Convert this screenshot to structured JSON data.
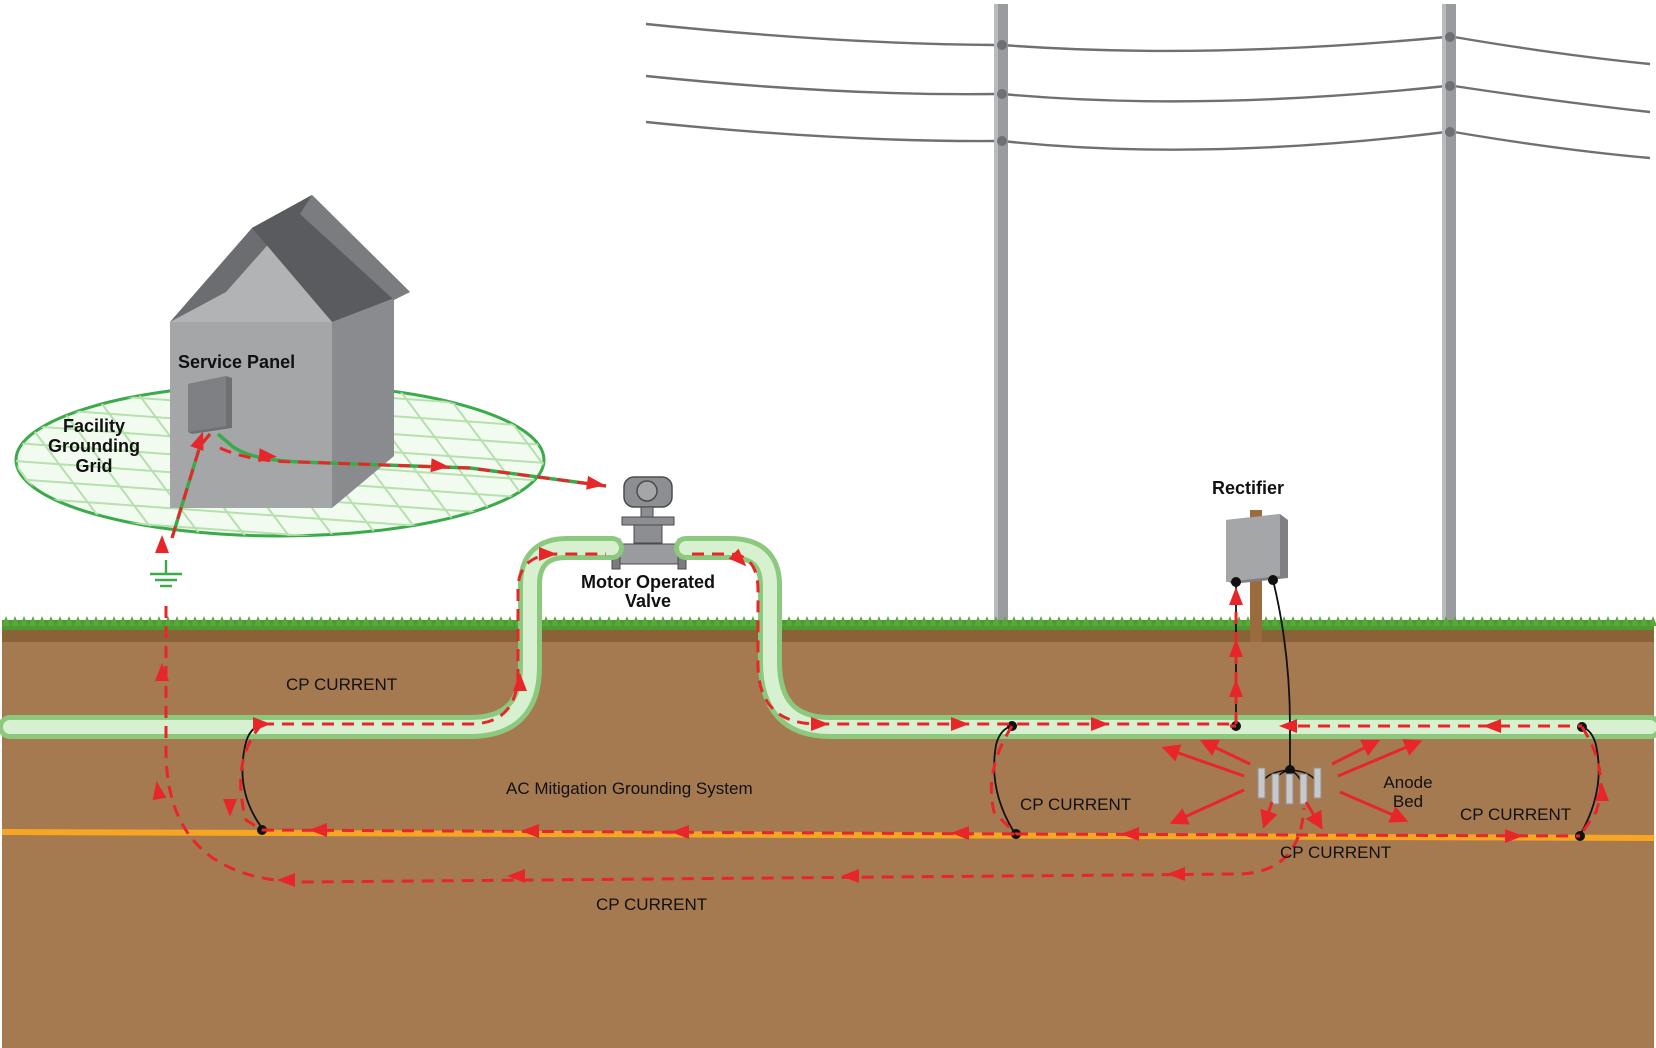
{
  "labels": {
    "service_panel": "Service Panel",
    "facility_grounding_grid": [
      "Facility",
      "Grounding",
      "Grid"
    ],
    "motor_operated_valve": [
      "Motor Operated",
      "Valve"
    ],
    "rectifier": "Rectifier",
    "anode_bed": [
      "Anode",
      "Bed"
    ],
    "ac_mitigation": "AC Mitigation Grounding System",
    "cp_current_pipe_left": "CP CURRENT",
    "cp_current_mid": "CP CURRENT",
    "cp_current_anode": "CP CURRENT",
    "cp_current_right": "CP CURRENT",
    "cp_current_bottom": "CP CURRENT"
  },
  "colors": {
    "soil": "#a57a50",
    "soil_edge": "#8a6238",
    "grass": "#58a83a",
    "pipe": "#c8e8c0",
    "pipe_edge": "#8cc97e",
    "mitigation_wire": "#f6a623",
    "current_arrow": "#e8262a",
    "ac_path": "#3aaa4a",
    "pole": "#8f9194",
    "house_wall": "#9a9b9d",
    "house_roof": "#6c6d70",
    "rectifier_box": "#a5a6a8",
    "rectifier_post": "#9a6b3c"
  },
  "icons": {
    "ground_symbol": "ground-icon",
    "anode": "anode-icon"
  }
}
